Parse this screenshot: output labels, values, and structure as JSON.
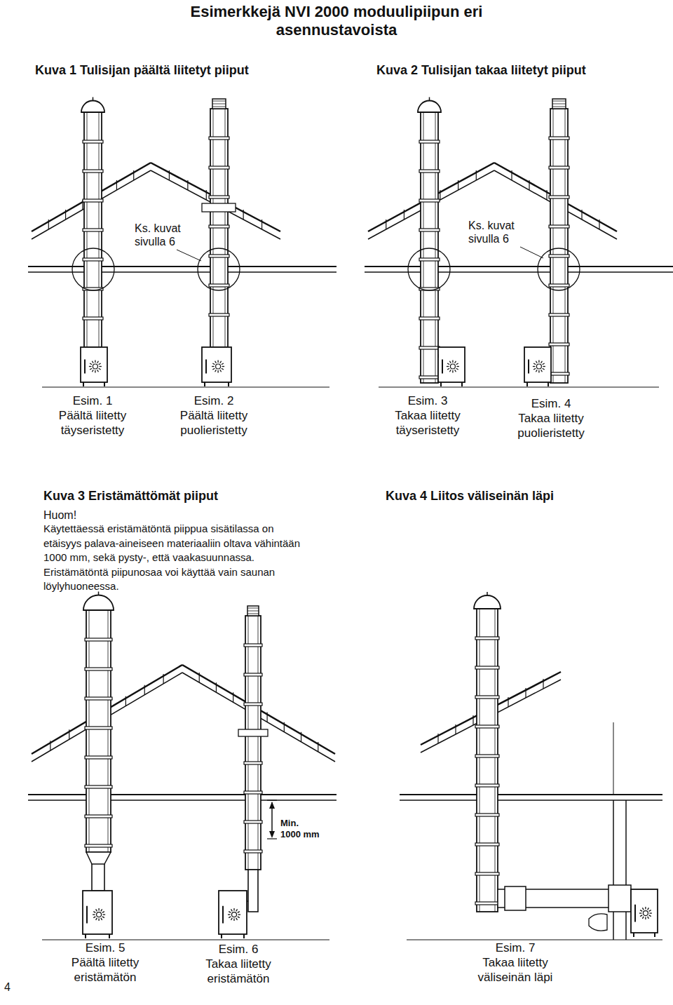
{
  "diagram": {
    "title": "Esimerkkejä NVI 2000 moduulipiipun eri asennustavoista",
    "labels": [
      "Kuva 1 Tulisijan päältä liitetyt piiput",
      "Kuva 2 Tulisijan takaa liitetyt piiput",
      "Ks. kuvat sivulla 6",
      "Ks. kuvat sivulla 6",
      "Esim. 1",
      "Päältä liitetty",
      "täyseristetty",
      "Esim. 2",
      "Päältä liitetty",
      "puolieristetty",
      "Esim. 3",
      "Takaa liitetty",
      "täyseristetty",
      "Esim. 4",
      "Takaa liitetty",
      "puolieristetty",
      "Kuva 3 Eristämättömät piiput",
      "Huom!",
      "Käytettäessä eristämätöntä piippua sisätilassa on etäisyys palava-aineiseen materiaaliin oltava vähintään 1000 mm, sekä pysty-, että vaakasuunnassa. Eristämätöntä piipunosaa voi käyttää vain saunan löylyhuoneessa.",
      "Kuva 4 Liitos väliseinän läpi",
      "Min.",
      "1000 mm",
      "Esim. 5",
      "Päältä liitetty",
      "eristämätön",
      "Esim. 6",
      "Takaa liitetty",
      "eristämätön",
      "Esim. 7",
      "Takaa liitetty",
      "väliseinän läpi",
      "4"
    ]
  }
}
